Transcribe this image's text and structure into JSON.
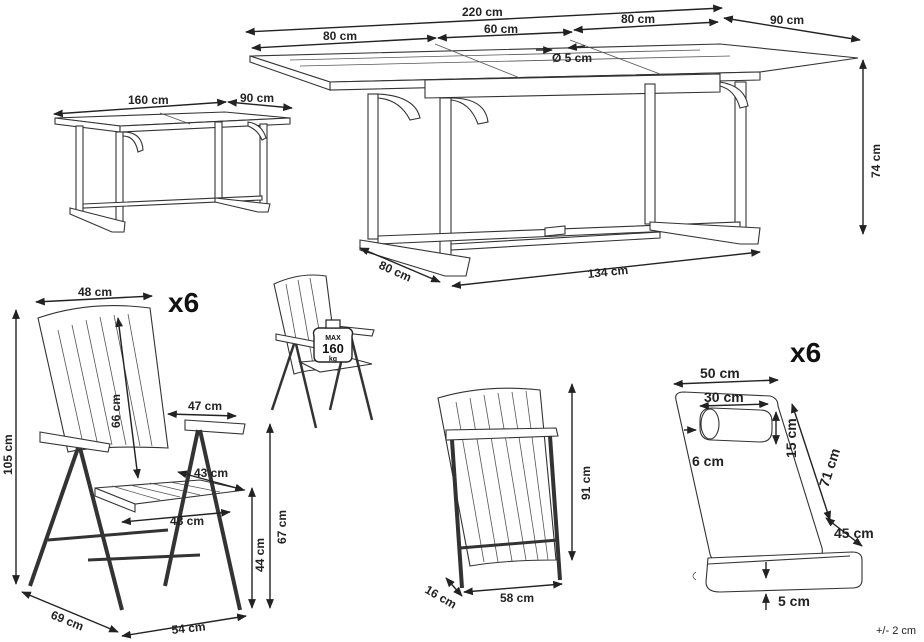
{
  "table_large": {
    "total_length": "220 cm",
    "left_section": "80 cm",
    "middle_section": "60 cm",
    "right_section": "80 cm",
    "width": "90 cm",
    "umbrella_hole": "Ø 5 cm",
    "height": "74 cm",
    "leg_depth": "80 cm",
    "leg_span": "134 cm"
  },
  "table_small": {
    "length": "160 cm",
    "width": "90 cm"
  },
  "chair": {
    "quantity": "x6",
    "back_width": "48 cm",
    "back_height": "66 cm",
    "armrest": "47 cm",
    "seat_depth": "43 cm",
    "seat_width": "48 cm",
    "total_height": "105 cm",
    "arm_height": "67 cm",
    "seat_height": "44 cm",
    "depth": "69 cm",
    "width": "54 cm"
  },
  "load_badge": {
    "label": "MAX",
    "value": "160",
    "unit": "kg"
  },
  "folded_chair": {
    "height": "91 cm",
    "width": "58 cm",
    "thickness": "16 cm"
  },
  "cushion": {
    "quantity": "x6",
    "width": "50 cm",
    "pillow_length": "30 cm",
    "pillow_diameter": "6 cm",
    "pillow_height": "15 cm",
    "back_length": "71 cm",
    "seat_length": "45 cm",
    "thickness": "5 cm"
  },
  "tolerance": "+/- 2 cm"
}
